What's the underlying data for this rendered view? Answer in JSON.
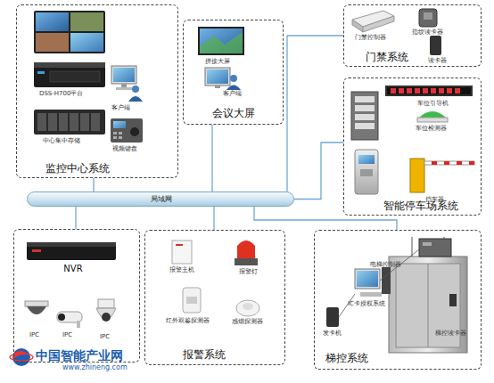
{
  "diagram": {
    "nodes": [
      {
        "text": [
          "监控中心系统"
        ]
      },
      {
        "text": [
          "会议大屏"
        ]
      },
      {
        "text": [
          "门禁系统"
        ]
      },
      {
        "text": [
          "智能停车场系统"
        ]
      },
      {
        "text": [
          "局域网"
        ]
      },
      {
        "text": [
          "NVR"
        ]
      },
      {
        "text": [
          "报警系统"
        ]
      },
      {
        "text": [
          "梯控系统"
        ]
      }
    ],
    "edges": [
      {
        "from": 4,
        "to": 0,
        "arrow": "none"
      },
      {
        "from": 4,
        "to": 1,
        "arrow": "none"
      },
      {
        "from": 4,
        "to": 2,
        "arrow": "none"
      },
      {
        "from": 4,
        "to": 3,
        "arrow": "none"
      },
      {
        "from": 4,
        "to": 5,
        "arrow": "none"
      },
      {
        "from": 4,
        "to": 6,
        "arrow": "none"
      },
      {
        "from": 4,
        "to": 7,
        "arrow": "none"
      }
    ],
    "labels": [
      "DSS-H700平台",
      "客户端",
      "中心集中存储",
      "视频键盘",
      "拼接大屏",
      "客户端",
      "门禁控制器",
      "指纹读卡器",
      "读卡器",
      "车位引导机",
      "车位检测器",
      "挡车器",
      "IPC",
      "IPC",
      "IPC",
      "报警主机",
      "报警灯",
      "红外双鉴探测器",
      "感烟探测器",
      "电梯控制器",
      "IC卡授权系统",
      "发卡机",
      "梯控读卡器",
      "中国智能产业网",
      "www.zhineng.com"
    ]
  }
}
